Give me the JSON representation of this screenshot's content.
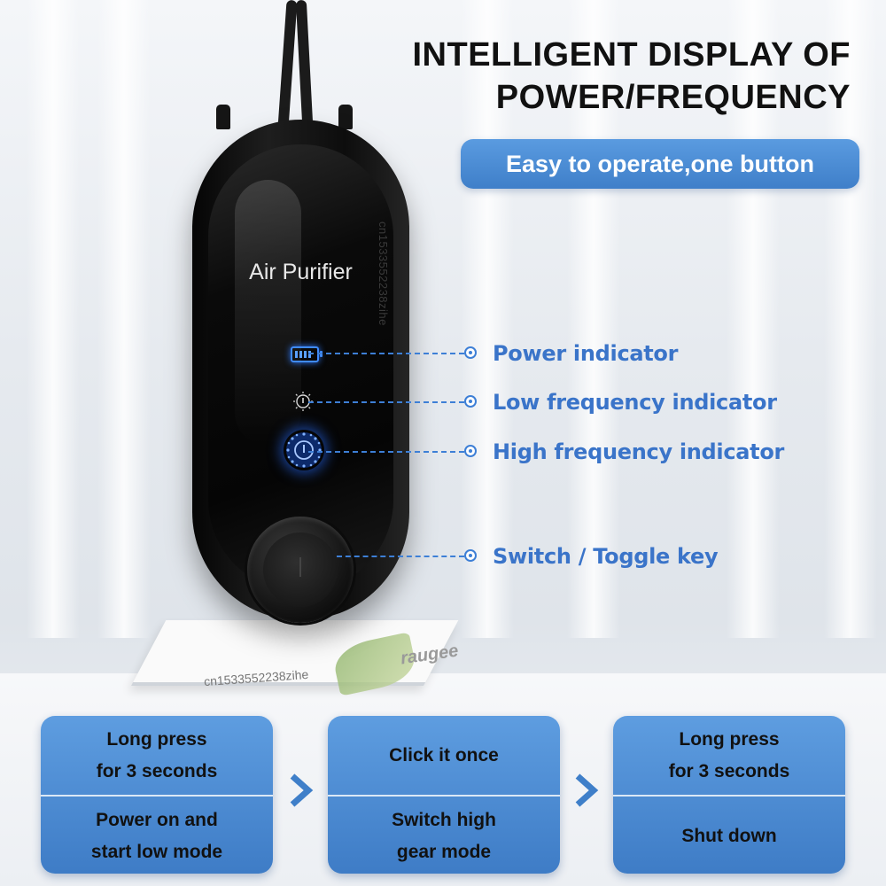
{
  "headline": {
    "line1": "INTELLIGENT DISPLAY OF",
    "line2": "POWER/FREQUENCY"
  },
  "subtitle": "Easy to operate,one button",
  "device": {
    "brand": "Air Purifier",
    "watermark_side": "cn1533552238zihe",
    "icons": [
      "battery-icon",
      "low-frequency-icon",
      "high-frequency-icon",
      "power-button-icon"
    ]
  },
  "callouts": [
    {
      "label": "Power indicator"
    },
    {
      "label": "Low frequency indicator"
    },
    {
      "label": "High frequency indicator"
    },
    {
      "label": "Switch / Toggle key"
    }
  ],
  "watermarks": {
    "book": "cn1533552238zihe",
    "logo": "raugee"
  },
  "steps": [
    {
      "top": [
        "Long press",
        "for 3 seconds"
      ],
      "bottom": [
        "Power on and",
        "start low mode"
      ]
    },
    {
      "top": [
        "Click it once"
      ],
      "bottom": [
        "Switch high",
        "gear mode"
      ]
    },
    {
      "top": [
        "Long press",
        "for 3 seconds"
      ],
      "bottom": [
        "Shut down"
      ]
    }
  ],
  "colors": {
    "accent": "#3d7fd6",
    "step_box": "#4a88d0",
    "indicator_glow": "#3f8bff"
  }
}
